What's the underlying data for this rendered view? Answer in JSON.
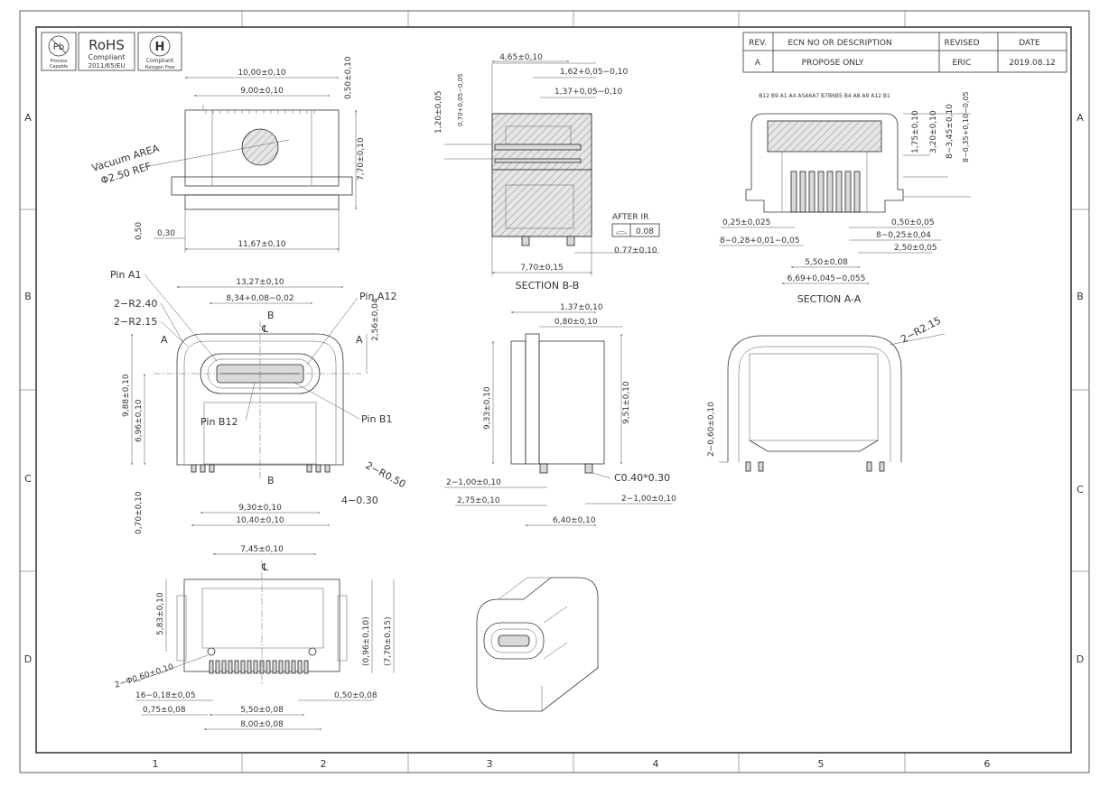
{
  "badges": {
    "pb": {
      "symbol": "Pb",
      "line1": "Process",
      "line2": "Capable"
    },
    "rohs": {
      "title": "RoHS",
      "line1": "Compliant",
      "line2": "2011/65/EU"
    },
    "halogen": {
      "symbol": "H",
      "line1": "Compliant",
      "line2": "Halogen Free"
    }
  },
  "revision_table": {
    "headers": [
      "REV.",
      "ECN NO OR DESCRIPTION",
      "REVISED",
      "DATE"
    ],
    "row": [
      "A",
      "PROPOSE ONLY",
      "ERIC",
      "2019.08.12"
    ]
  },
  "zones": {
    "columns": [
      "1",
      "2",
      "3",
      "4",
      "5",
      "6"
    ],
    "rows": [
      "A",
      "B",
      "C",
      "D"
    ]
  },
  "top_view": {
    "dims": [
      "10,00±0,10",
      "9,00±0,10",
      "0,50±0,10",
      "7,70±0,10",
      "0,50",
      "0,30",
      "11,67±0,10"
    ],
    "vacuum": [
      "Vacuum AREA",
      "Φ2.50 REF"
    ]
  },
  "section_bb": {
    "title": "SECTION B-B",
    "dims": [
      "4,65±0,10",
      "1,62+0,05−0,10",
      "1,37+0,05−0,10",
      "1,20±0,05",
      "0,70+0,05−0,05",
      "AFTER IR",
      "0.08",
      "0.77±0.10",
      "7,70±0,15"
    ]
  },
  "section_aa": {
    "title": "SECTION A-A",
    "pins": "B12 B9  A1  A4  A5A6A7  B7B6B5  B4  A8 A9  A12 B1",
    "dims": [
      "1,75±0,10",
      "3,20±0,10",
      "8−3,45±0,10",
      "8−0,35+0,10−0,05",
      "0,25±0,025",
      "8−0,28+0,01−0,05",
      "0,50±0,05",
      "8−0,25±0,04",
      "2,50±0,05",
      "5,50±0,08",
      "6,69+0,045−0,055"
    ]
  },
  "front_view": {
    "labels": [
      "Pin A1",
      "Pin A12",
      "Pin B12",
      "Pin B1",
      "2−R2.40",
      "2−R2.15",
      "2−R0.50",
      "4−0.30"
    ],
    "dims": [
      "13,27±0,10",
      "8,34+0,08−0,02",
      "2,56±0,04",
      "9,88±0,10",
      "6,96±0,10",
      "0,70±0,10",
      "9,30±0,10",
      "10,40±0,10"
    ]
  },
  "side_view": {
    "dims": [
      "1,37±0,10",
      "0,80±0,10",
      "9,33±0,10",
      "9,51±0,10",
      "2−1,00±0,10",
      "2,75±0,10",
      "6,40±0,10",
      "C0.40*0.30",
      "2−1,00±0,10"
    ]
  },
  "rear_view": {
    "dims": [
      "2−R2.15",
      "2−0,60±0,10"
    ]
  },
  "bottom_view": {
    "dims": [
      "7,45±0,10",
      "5,83±0,10",
      "(0,96±0,10)",
      "(7,70±0,15)",
      "2−Φ0,60±0,10",
      "16−0,18±0,05",
      "0,75±0,08",
      "5,50±0,08",
      "8,00±0,08",
      "0,50±0,08"
    ]
  },
  "centerline": "℄",
  "section_marks": [
    "B",
    "B",
    "A",
    "A"
  ]
}
